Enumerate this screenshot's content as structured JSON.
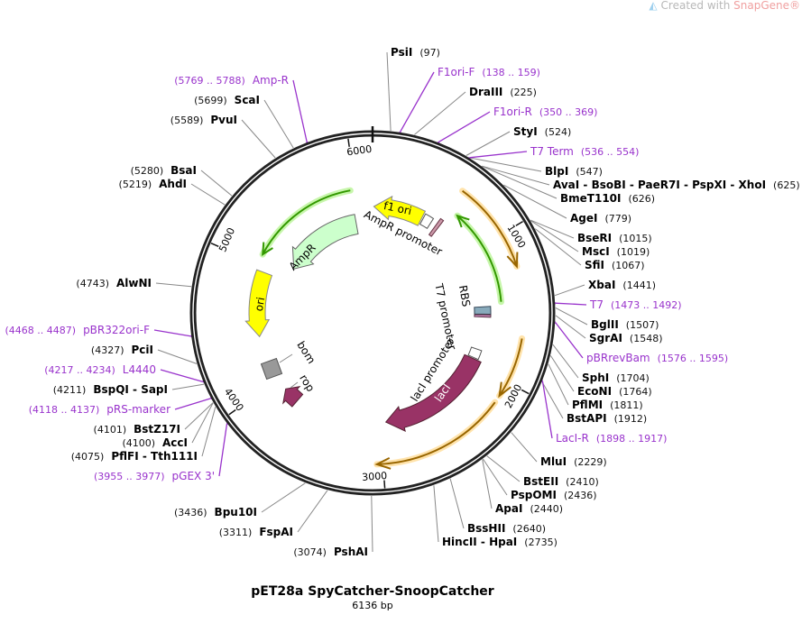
{
  "header": {
    "credit_prefix": "Created with ",
    "credit_brand": "SnapGene®"
  },
  "map": {
    "title": "pET28a SpyCatcher-SnoopCatcher",
    "length": "6136 bp",
    "total_bp": 6136
  },
  "enzymes": [
    {
      "name": "PsiI",
      "pos": "(97)",
      "bp": 97
    },
    {
      "name": "DraIII",
      "pos": "(225)",
      "bp": 225
    },
    {
      "name": "StyI",
      "pos": "(524)",
      "bp": 524
    },
    {
      "name": "BlpI",
      "pos": "(547)",
      "bp": 547
    },
    {
      "name": "AvaI - BsoBI - PaeR7I - PspXI - XhoI",
      "pos": "(625)",
      "bp": 625
    },
    {
      "name": "BmeT110I",
      "pos": "(626)",
      "bp": 626
    },
    {
      "name": "AgeI",
      "pos": "(779)",
      "bp": 779
    },
    {
      "name": "BseRI",
      "pos": "(1015)",
      "bp": 1015
    },
    {
      "name": "MscI",
      "pos": "(1019)",
      "bp": 1019
    },
    {
      "name": "SfiI",
      "pos": "(1067)",
      "bp": 1067
    },
    {
      "name": "XbaI",
      "pos": "(1441)",
      "bp": 1441
    },
    {
      "name": "BglII",
      "pos": "(1507)",
      "bp": 1507
    },
    {
      "name": "SgrAI",
      "pos": "(1548)",
      "bp": 1548
    },
    {
      "name": "SphI",
      "pos": "(1704)",
      "bp": 1704
    },
    {
      "name": "EcoNI",
      "pos": "(1764)",
      "bp": 1764
    },
    {
      "name": "PflMI",
      "pos": "(1811)",
      "bp": 1811
    },
    {
      "name": "BstAPI",
      "pos": "(1912)",
      "bp": 1912
    },
    {
      "name": "MluI",
      "pos": "(2229)",
      "bp": 2229
    },
    {
      "name": "BstEII",
      "pos": "(2410)",
      "bp": 2410
    },
    {
      "name": "PspOMI",
      "pos": "(2436)",
      "bp": 2436
    },
    {
      "name": "ApaI",
      "pos": "(2440)",
      "bp": 2440
    },
    {
      "name": "BssHII",
      "pos": "(2640)",
      "bp": 2640
    },
    {
      "name": "HincII - HpaI",
      "pos": "(2735)",
      "bp": 2735
    },
    {
      "name": "PshAI",
      "pos": "(3074)",
      "bp": 3074
    },
    {
      "name": "FspAI",
      "pos": "(3311)",
      "bp": 3311
    },
    {
      "name": "Bpu10I",
      "pos": "(3436)",
      "bp": 3436
    },
    {
      "name": "PflFI - Tth111I",
      "pos": "(4075)",
      "bp": 4075
    },
    {
      "name": "AccI",
      "pos": "(4100)",
      "bp": 4100
    },
    {
      "name": "BstZ17I",
      "pos": "(4101)",
      "bp": 4101
    },
    {
      "name": "BspQI - SapI",
      "pos": "(4211)",
      "bp": 4211
    },
    {
      "name": "PciI",
      "pos": "(4327)",
      "bp": 4327
    },
    {
      "name": "AlwNI",
      "pos": "(4743)",
      "bp": 4743
    },
    {
      "name": "AhdI",
      "pos": "(5219)",
      "bp": 5219
    },
    {
      "name": "BsaI",
      "pos": "(5280)",
      "bp": 5280
    },
    {
      "name": "PvuI",
      "pos": "(5589)",
      "bp": 5589
    },
    {
      "name": "ScaI",
      "pos": "(5699)",
      "bp": 5699
    }
  ],
  "primers": [
    {
      "name": "F1ori-F",
      "range": "(138 .. 159)",
      "bp": 148
    },
    {
      "name": "F1ori-R",
      "range": "(350 .. 369)",
      "bp": 360
    },
    {
      "name": "T7 Term",
      "range": "(536 .. 554)",
      "bp": 545
    },
    {
      "name": "T7",
      "range": "(1473 .. 1492)",
      "bp": 1482
    },
    {
      "name": "pBRrevBam",
      "range": "(1576 .. 1595)",
      "bp": 1585
    },
    {
      "name": "LacI-R",
      "range": "(1898 .. 1917)",
      "bp": 1907
    },
    {
      "name": "pGEX 3'",
      "range": "(3955 .. 3977)",
      "bp": 3966
    },
    {
      "name": "pRS-marker",
      "range": "(4118 .. 4137)",
      "bp": 4127
    },
    {
      "name": "L4440",
      "range": "(4217 .. 4234)",
      "bp": 4225
    },
    {
      "name": "pBR322ori-F",
      "range": "(4468 .. 4487)",
      "bp": 4477
    },
    {
      "name": "Amp-R",
      "range": "(5769 .. 5788)",
      "bp": 5778
    }
  ],
  "features": {
    "f1ori": "f1 ori",
    "ampr_promoter": "AmpR promoter",
    "ampr": "AmpR",
    "ori": "ori",
    "bom": "bom",
    "rop": "rop",
    "t7_promoter": "T7 promoter",
    "rbs": "RBS",
    "laci_promoter": "lacI promoter",
    "laci": "lacI"
  },
  "ticks": [
    "1000",
    "2000",
    "3000",
    "4000",
    "5000",
    "6000"
  ],
  "colors": {
    "primer": "#9933cc",
    "f1ori": "#ffff00",
    "ampr": "#ccffcc",
    "laci": "#993366",
    "orf_green": "#339900",
    "orf_orange": "#996600",
    "bom": "#999999"
  }
}
